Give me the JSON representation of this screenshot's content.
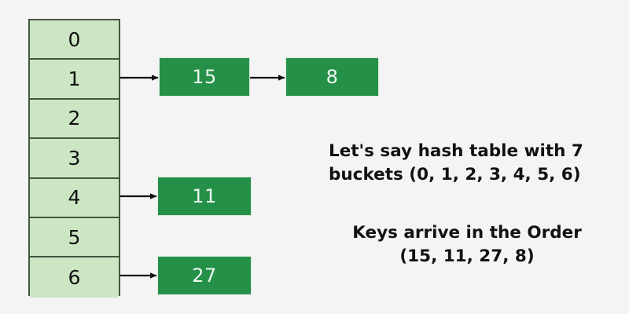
{
  "diagram": {
    "title": "hash-table-separate-chaining",
    "background_color": "#f4f4f4",
    "bucket_fill_color": "#cce6c4",
    "bucket_border_color": "#46543f",
    "node_fill_color": "#259048",
    "node_text_color": "#eef7ef",
    "arrow_color": "#111111"
  },
  "buckets": [
    {
      "index": "0",
      "chain": []
    },
    {
      "index": "1",
      "chain": [
        "15",
        "8"
      ]
    },
    {
      "index": "2",
      "chain": []
    },
    {
      "index": "3",
      "chain": []
    },
    {
      "index": "4",
      "chain": [
        "11"
      ]
    },
    {
      "index": "5",
      "chain": []
    },
    {
      "index": "6",
      "chain": [
        "27"
      ]
    }
  ],
  "nodes": {
    "n15": "15",
    "n8": "8",
    "n11": "11",
    "n27": "27"
  },
  "captions": {
    "description_line1": "Let's say hash table with 7",
    "description_line2": "buckets (0, 1, 2, 3, 4, 5, 6)",
    "order_line1": "Keys arrive in the Order",
    "order_line2": "(15, 11, 27, 8)"
  }
}
